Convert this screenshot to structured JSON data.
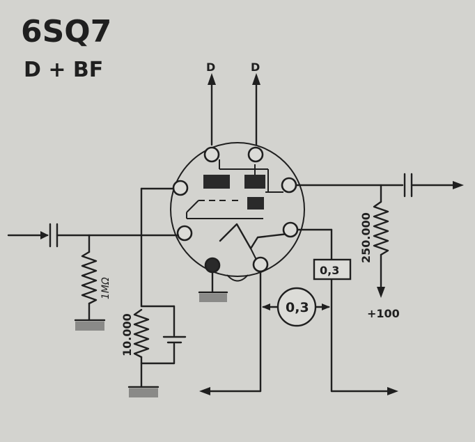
{
  "title": "6SQ7",
  "subtitle": "D + BF",
  "labels": {
    "diode_out_left": "D",
    "diode_out_right": "D",
    "grid_resistor": "1MΩ",
    "cathode_resistor": "10.000",
    "plate_resistor": "250.000",
    "supply": "+100",
    "heater_box": "0,3",
    "heater_circle": "0,3"
  },
  "colors": {
    "paper": "#d3d3cf",
    "ink": "#1f1f1f"
  }
}
